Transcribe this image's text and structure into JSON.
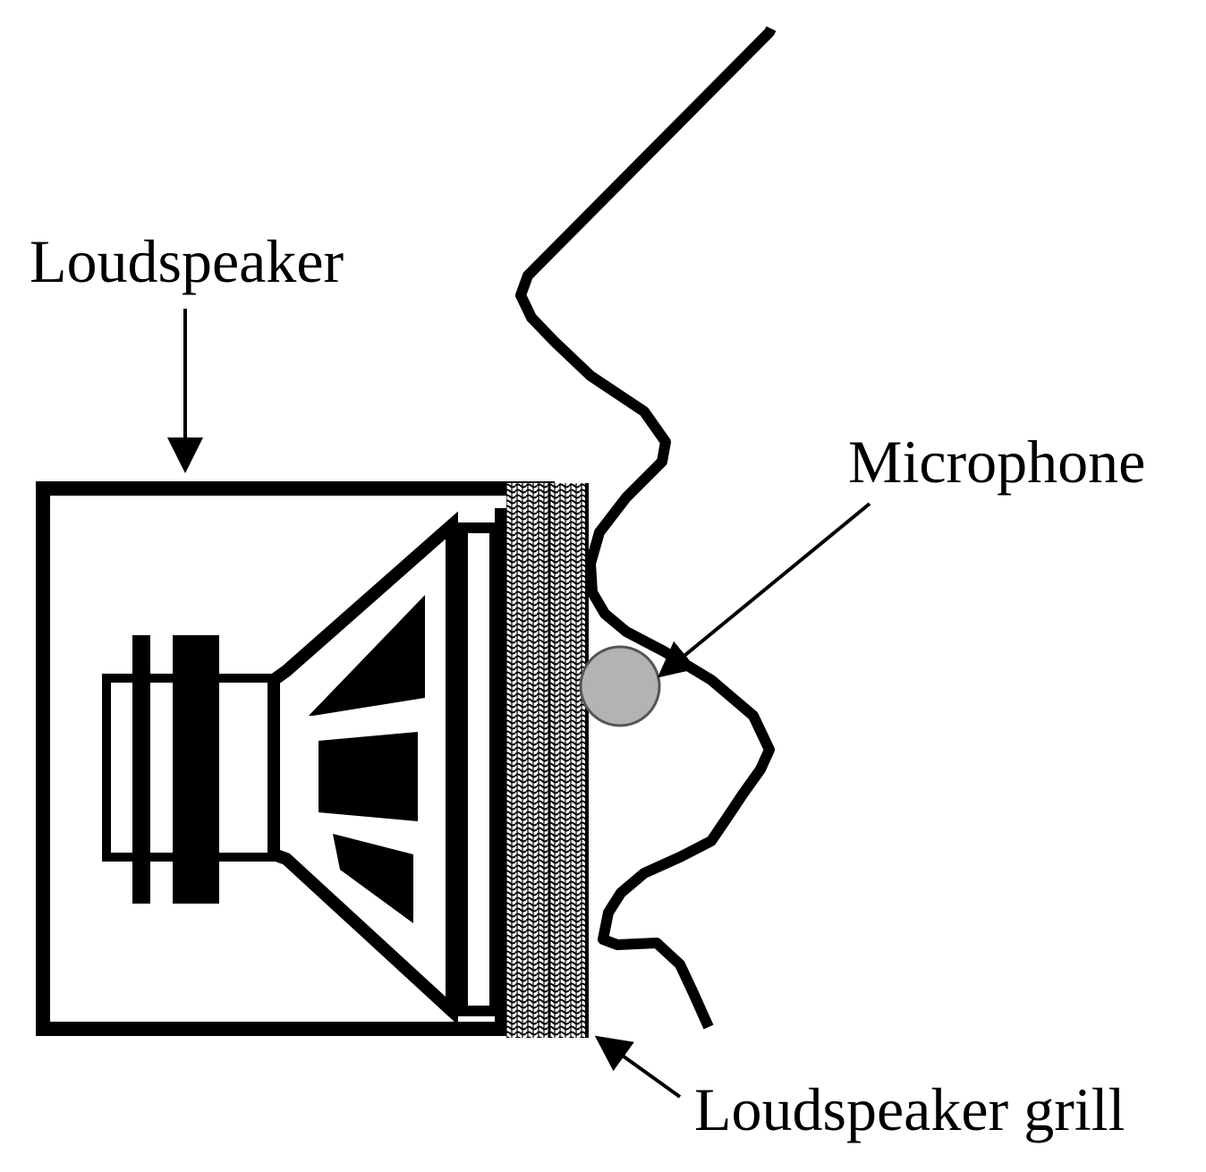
{
  "labels": {
    "loudspeaker": "Loudspeaker",
    "microphone": "Microphone",
    "grill": "Loudspeaker grill"
  },
  "colors": {
    "ink": "#000000",
    "background": "#ffffff",
    "microphone_fill": "#b3b3b3",
    "microphone_stroke": "#555555"
  },
  "icons": {
    "speaker_box": "rectangle enclosure",
    "speaker_driver": "loudspeaker driver with magnet and cone",
    "grill": "hatched mesh strip",
    "face": "human face profile outline",
    "microphone": "grey circle"
  }
}
